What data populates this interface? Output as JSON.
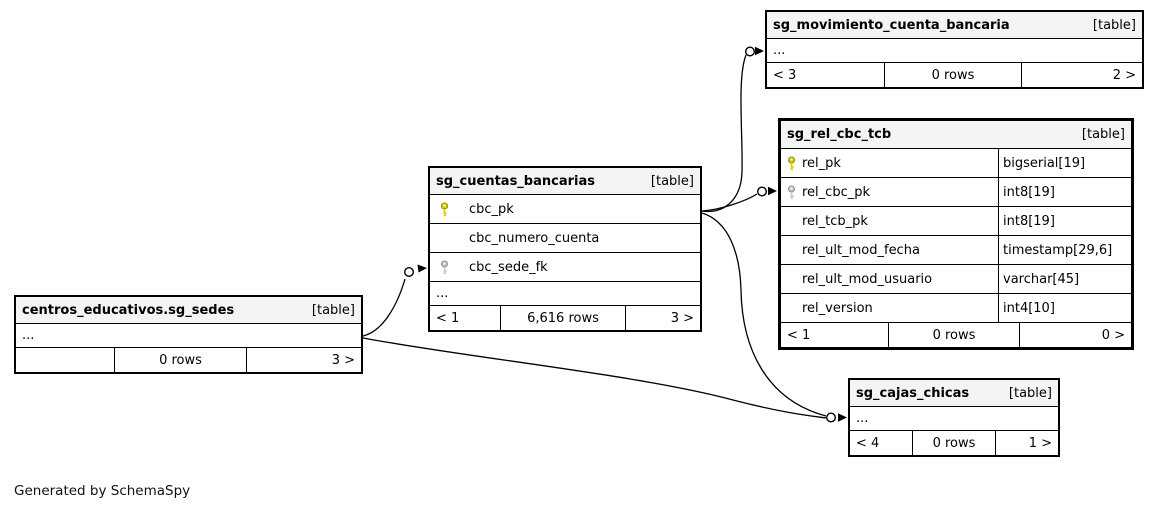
{
  "credit": "Generated by SchemaSpy",
  "colors": {
    "primary_key": "#d6d600",
    "primary_key_stroke": "#8f8f00",
    "foreign_key": "#c9c9c9",
    "foreign_key_stroke": "#8f8f8f",
    "header_bg": "#f4f4f4",
    "border": "#000000"
  },
  "tables": {
    "movimiento": {
      "name": "sg_movimiento_cuenta_bancaria",
      "type_label": "[table]",
      "ellipsis": "...",
      "footer": {
        "left": "< 3",
        "center": "0 rows",
        "right": "2 >"
      }
    },
    "rel": {
      "name": "sg_rel_cbc_tcb",
      "type_label": "[table]",
      "columns": [
        {
          "name": "rel_pk",
          "type": "bigserial[19]",
          "key": "primary"
        },
        {
          "name": "rel_cbc_pk",
          "type": "int8[19]",
          "key": "foreign"
        },
        {
          "name": "rel_tcb_pk",
          "type": "int8[19]",
          "key": ""
        },
        {
          "name": "rel_ult_mod_fecha",
          "type": "timestamp[29,6]",
          "key": ""
        },
        {
          "name": "rel_ult_mod_usuario",
          "type": "varchar[45]",
          "key": ""
        },
        {
          "name": "rel_version",
          "type": "int4[10]",
          "key": ""
        }
      ],
      "footer": {
        "left": "< 1",
        "center": "0 rows",
        "right": "0 >"
      }
    },
    "cuentas": {
      "name": "sg_cuentas_bancarias",
      "type_label": "[table]",
      "columns": [
        {
          "name": "cbc_pk",
          "key": "primary"
        },
        {
          "name": "cbc_numero_cuenta",
          "key": ""
        },
        {
          "name": "cbc_sede_fk",
          "key": "foreign"
        }
      ],
      "ellipsis": "...",
      "footer": {
        "left": "< 1",
        "center": "6,616 rows",
        "right": "3 >"
      }
    },
    "sedes": {
      "name": "centros_educativos.sg_sedes",
      "type_label": "[table]",
      "ellipsis": "...",
      "footer": {
        "left": "",
        "center": "0 rows",
        "right": "3 >"
      }
    },
    "cajas": {
      "name": "sg_cajas_chicas",
      "type_label": "[table]",
      "ellipsis": "...",
      "footer": {
        "left": "< 4",
        "center": "0 rows",
        "right": "1 >"
      }
    }
  }
}
